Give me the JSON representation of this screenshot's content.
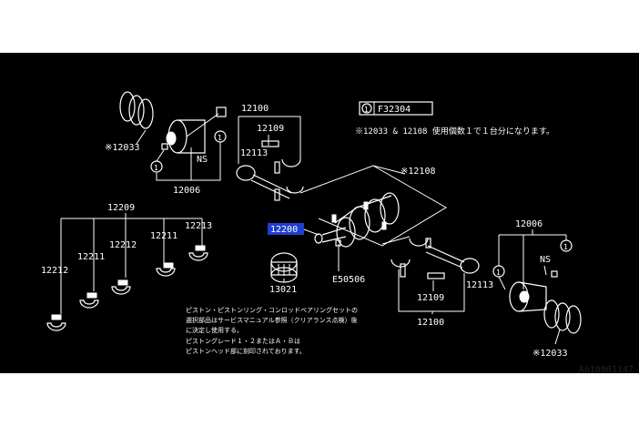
{
  "labels": {
    "l_12100_top": "12100",
    "l_12109_top": "12109",
    "l_12113_top": "12113",
    "l_12033_top": "※12033",
    "l_12006_top": "12006",
    "l_ns_top": "NS",
    "l_12108": "※12108",
    "l_12209": "12209",
    "l_12212_a": "12212",
    "l_12211_a": "12211",
    "l_12212_b": "12212",
    "l_12211_b": "12211",
    "l_12213": "12213",
    "l_12200": "12200",
    "l_e50506": "E50506",
    "l_13021": "13021",
    "l_12006_right": "12006",
    "l_ns_right": "NS",
    "l_12109_bottom": "12109",
    "l_12113_bottom": "12113",
    "l_12100_bottom": "12100",
    "l_12033_bottom": "※12033",
    "circle_1": "1"
  },
  "reference": {
    "circle": "1",
    "code": "F32304"
  },
  "note_top": "※12033 & 12108 使用個数１で１台分になります。",
  "note_bottom": [
    "ピストン・ピストンリング・コンロッドベアリングセットの",
    "選択部品はサービスマニュアル参照（クリアランス点検）後",
    "に決定し使用する。",
    "ピストングレード１・２またはＡ・Ｂは",
    "ピストンヘッド部に刻印されております。"
  ],
  "doc_id": "A010001147",
  "colors": {
    "background": "#000000",
    "foreground": "#ffffff",
    "highlight": "#1f3fd0"
  }
}
